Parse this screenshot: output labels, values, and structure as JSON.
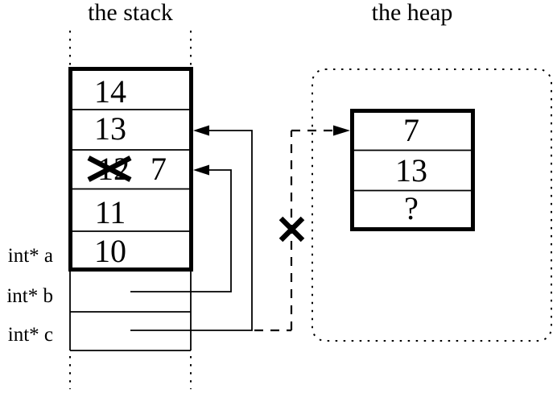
{
  "colors": {
    "ink": "#000000",
    "background": "#ffffff"
  },
  "titles": {
    "stack": "the stack",
    "heap": "the heap"
  },
  "stack": {
    "cells": [
      {
        "value": "14"
      },
      {
        "value": "13"
      },
      {
        "old_value": "12",
        "new_value": "7",
        "old_value_crossed_out": true
      },
      {
        "value": "11"
      },
      {
        "value": "10"
      }
    ]
  },
  "variables": [
    {
      "label": "int* a"
    },
    {
      "label": "int* b"
    },
    {
      "label": "int* c"
    }
  ],
  "heap": {
    "cells": [
      {
        "value": "7"
      },
      {
        "value": "13"
      },
      {
        "value": "?"
      }
    ]
  },
  "icons": {
    "x_mark": "cross-out-x",
    "arrowhead": "solid-triangle"
  }
}
